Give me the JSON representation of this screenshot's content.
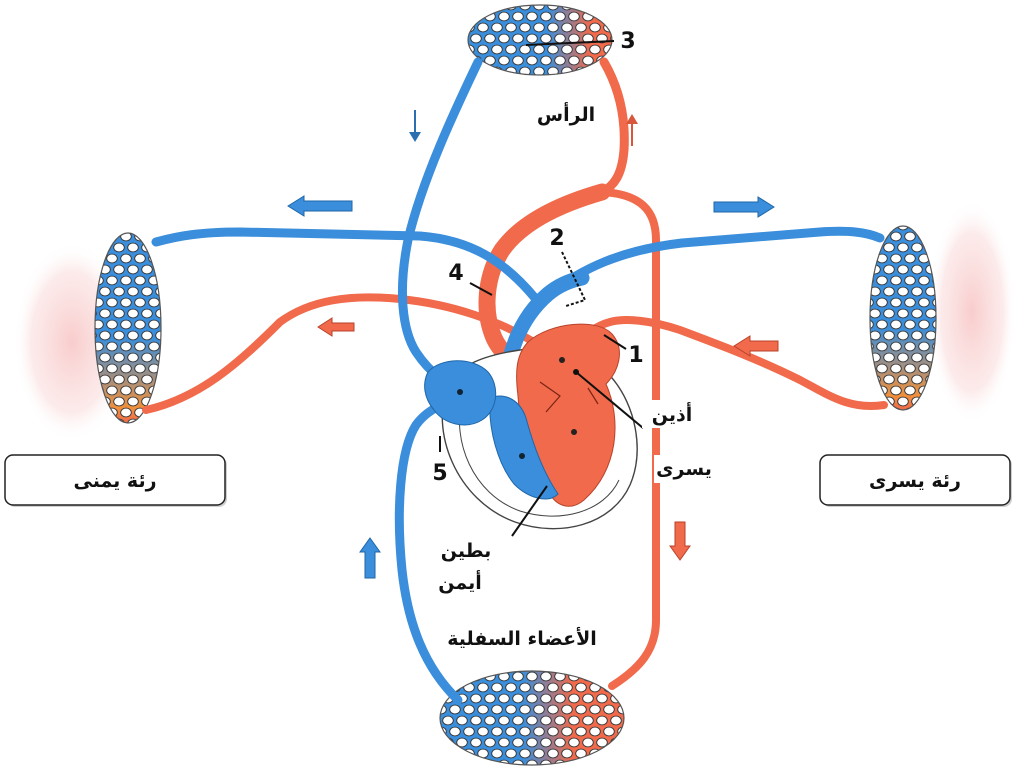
{
  "colors": {
    "deoxygenated_blood": "#3a8edb",
    "oxygenated_blood": "#f06a4b"
  },
  "labels": {
    "n1": "1",
    "n2": "2",
    "n3": "3",
    "n4": "4",
    "n5": "5",
    "head": "الرأس",
    "left_atrium": [
      "أذين",
      "يسرى"
    ],
    "right_ventricle": [
      "بطين",
      "أيمن"
    ],
    "lower_organs": "الأعضاء السفلية",
    "right_lung": "رئة يمنى",
    "left_lung": "رئة يسرى"
  }
}
